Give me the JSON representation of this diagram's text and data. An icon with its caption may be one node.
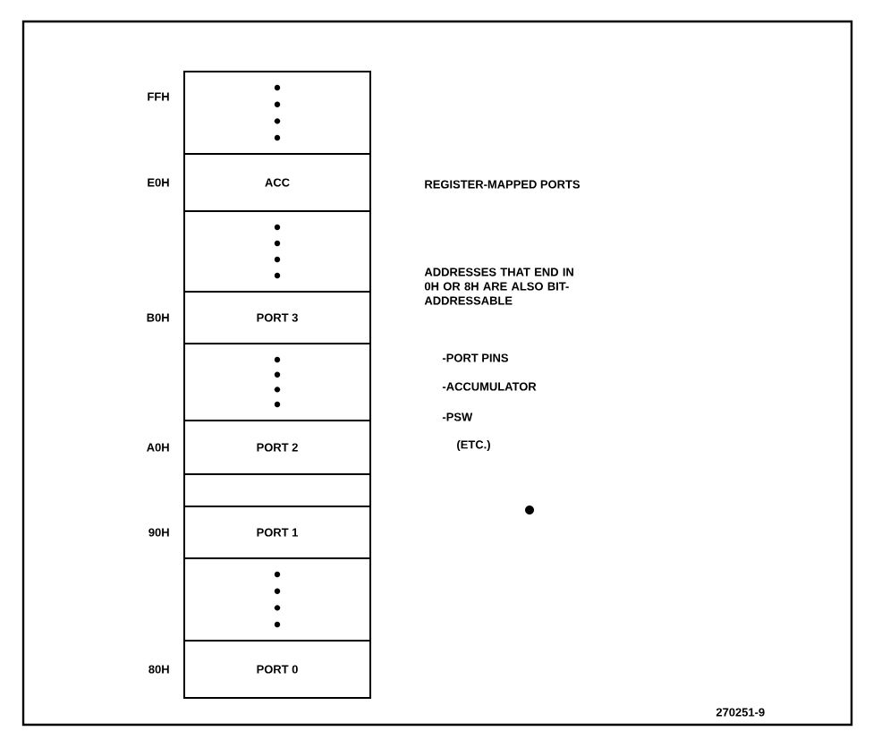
{
  "diagram": {
    "nodes": [
      {
        "text": [],
        "shape": "box",
        "beside": [
          "FFH"
        ]
      },
      {
        "text": [
          "ACC"
        ],
        "beside": [
          "E0H"
        ]
      },
      {
        "text": [],
        "shape": "box"
      },
      {
        "text": [
          "PORT 3"
        ],
        "beside": [
          "B0H"
        ]
      },
      {
        "text": [],
        "shape": "box"
      },
      {
        "text": [
          "PORT 2"
        ],
        "beside": [
          "A0H"
        ]
      },
      {
        "text": [],
        "shape": "box"
      },
      {
        "text": [
          "PORT 1"
        ],
        "beside": [
          "90H"
        ]
      },
      {
        "text": [],
        "shape": "box"
      },
      {
        "text": [
          "PORT 0"
        ],
        "beside": [
          "80H"
        ]
      }
    ],
    "labels": [
      "REGISTER-MAPPED PORTS",
      "ADDRESSES THAT END IN 0H OR 8H ARE ALSO BIT-ADDRESSABLE",
      "-PORT PINS",
      "-ACCUMULATOR",
      "-PSW",
      "(ETC.)",
      "270251-9"
    ]
  }
}
